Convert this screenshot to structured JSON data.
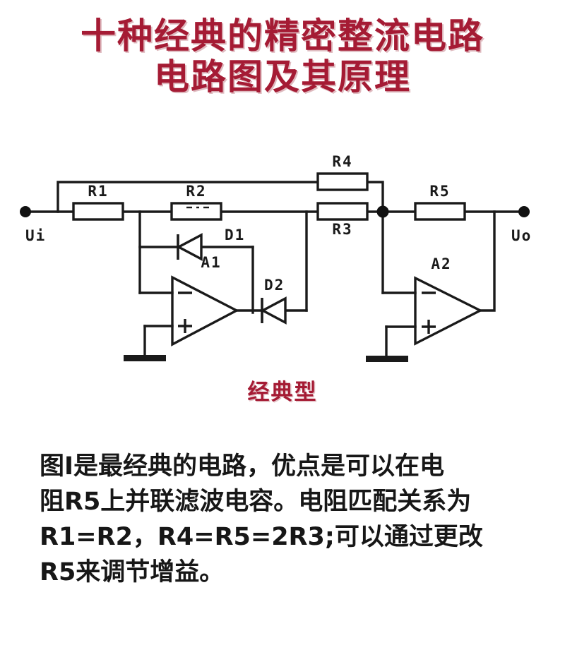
{
  "theme": {
    "background": "#ffffff",
    "title_color": "#a51b34",
    "caption_color": "#a51b34",
    "body_color": "#171717",
    "wire_color": "#1a1a1a"
  },
  "title": {
    "line1": "十种经典的精密整流电路",
    "line2": "电路图及其原理"
  },
  "caption": {
    "text": "经典型"
  },
  "body": {
    "line1": "图I是最经典的电路，优点是可以在电",
    "line2": "阻R5上并联滤波电容。电阻匹配关系为",
    "line3": "R1=R2，R4=R5=2R3;可以通过更改",
    "line4": "R5来调节增益。"
  },
  "circuit": {
    "type": "schematic",
    "name": "precision-full-wave-rectifier",
    "terminals": [
      {
        "id": "ui",
        "label": "Ui",
        "role": "input"
      },
      {
        "id": "uo",
        "label": "Uo",
        "role": "output"
      }
    ],
    "resistors": [
      {
        "id": "r1",
        "label": "R1"
      },
      {
        "id": "r2",
        "label": "R2"
      },
      {
        "id": "r3",
        "label": "R3"
      },
      {
        "id": "r4",
        "label": "R4"
      },
      {
        "id": "r5",
        "label": "R5"
      }
    ],
    "diodes": [
      {
        "id": "d1",
        "label": "D1"
      },
      {
        "id": "d2",
        "label": "D2"
      }
    ],
    "opamps": [
      {
        "id": "a1",
        "label": "A1",
        "minus": "−",
        "plus": "+"
      },
      {
        "id": "a2",
        "label": "A2",
        "minus": "−",
        "plus": "+"
      }
    ],
    "grounds": [
      {
        "id": "gnd1"
      },
      {
        "id": "gnd2"
      }
    ]
  }
}
